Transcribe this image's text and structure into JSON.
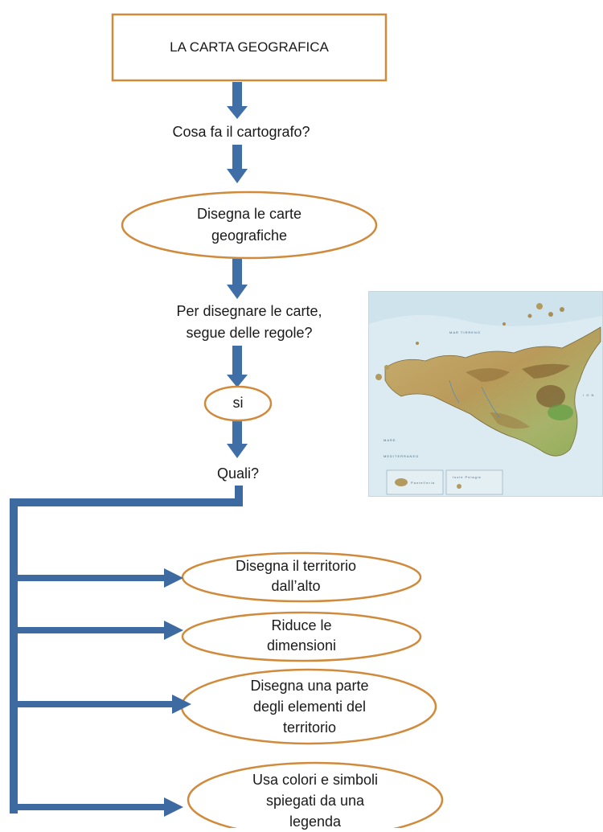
{
  "title": "LA CARTA GEOGRAFICA",
  "flow": {
    "question_1": "Cosa fa il cartografo?",
    "answer_1": "Disegna le carte geografiche",
    "question_2": "Per disegnare le carte, segue delle regole?",
    "answer_2": "si",
    "question_3": "Quali?"
  },
  "rules": [
    "Disegna il territorio dall’alto",
    "Riduce le dimensioni",
    "Disegna una parte degli elementi del territorio",
    "Usa colori e simboli spiegati da una legenda"
  ],
  "colors": {
    "box_border": "#d08a3c",
    "arrow": "#3f6fa6",
    "connector": "#3d6aa0"
  },
  "map_image": {
    "subject": "physical map of Sicily",
    "sea_labels": [
      "MAR TIRRENO",
      "MARE MEDITERRANEO",
      "MAR IONIO"
    ],
    "inset_labels": [
      "Pantelleria",
      "Isole Pelagie"
    ]
  }
}
